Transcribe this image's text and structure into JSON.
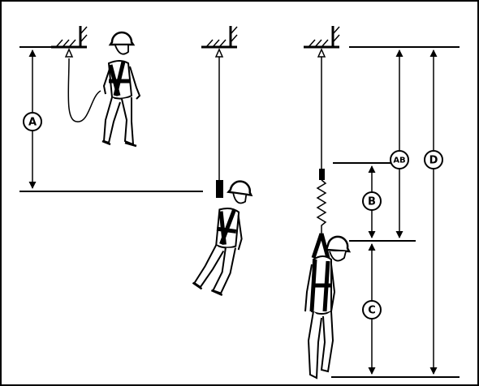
{
  "labels": {
    "a": "A",
    "ab": "AB",
    "b": "B",
    "c": "C",
    "d": "D"
  },
  "colors": {
    "ink": "#000000",
    "paper": "#ffffff",
    "worker_fill": "#ffffff"
  }
}
